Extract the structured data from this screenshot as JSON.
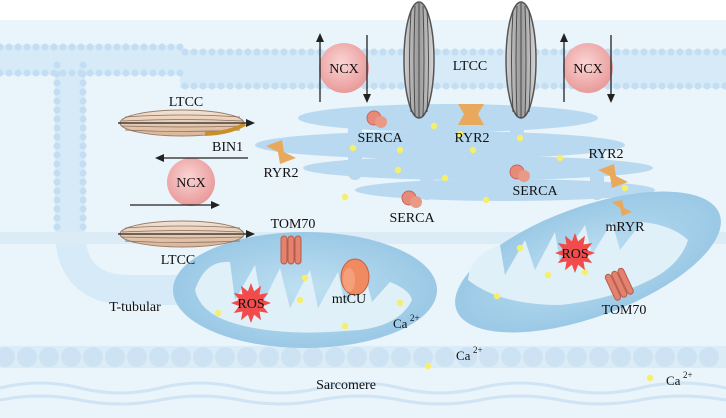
{
  "labels": {
    "ltcc_top": "LTCC",
    "ncx_top_left": "NCX",
    "ncx_top_right": "NCX",
    "ltcc_left_top": "LTCC",
    "bin1": "BIN1",
    "ncx_left": "NCX",
    "ltcc_left_bottom": "LTCC",
    "serca_1": "SERCA",
    "ryr2_center": "RYR2",
    "ryr2_left": "RYR2",
    "serca_2": "SERCA",
    "serca_3": "SERCA",
    "ryr2_right": "RYR2",
    "mryr": "mRYR",
    "tom70_left": "TOM70",
    "tom70_right": "TOM70",
    "ros_left": "ROS",
    "ros_right": "ROS",
    "mtcu": "mtCU",
    "ca_mito": "Ca",
    "ca_mid": "Ca",
    "ca_right": "Ca",
    "ca_charge": "2+",
    "t_tubular": "T-tubular",
    "sarcomere": "Sarcomere"
  },
  "colors": {
    "background": "#e9f4fb",
    "membrane_band": "#cfe6f5",
    "membrane_dots": "#bcdaf0",
    "mitochondria": "#a9d2ea",
    "mito_inner": "#dff0f8",
    "sr_network": "#b8d9f0",
    "ncx": "#f0a9a9",
    "ltcc": "#e8c9b4",
    "ryr2": "#e9a95c",
    "serca": "#e78b78",
    "tom70": "#e2826f",
    "mtcu": "#f08a60",
    "ros": "#f24b4b",
    "calcium": "#f5ef6a",
    "bin1": "#c9902a"
  }
}
